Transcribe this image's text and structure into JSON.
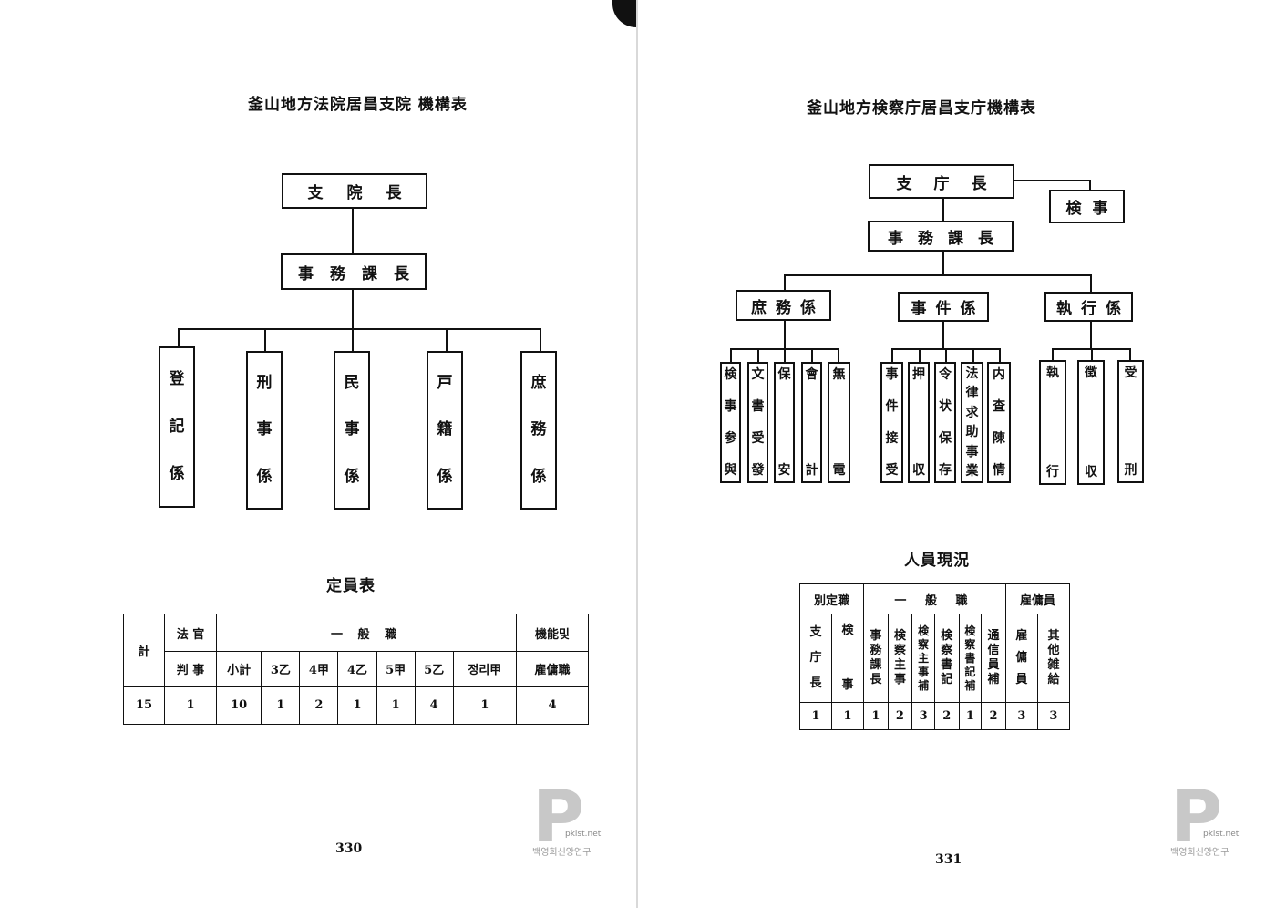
{
  "left_page": {
    "title": "釜山地方法院居昌支院 機構表",
    "head_box": [
      "支",
      "院",
      "長"
    ],
    "sub_box": [
      "事",
      "務",
      "課",
      "長"
    ],
    "units": [
      [
        "登",
        "記",
        "係"
      ],
      [
        "刑",
        "事",
        "係"
      ],
      [
        "民",
        "事",
        "係"
      ],
      [
        "戸",
        "籍",
        "係"
      ],
      [
        "庶",
        "務",
        "係"
      ]
    ],
    "table_title": "定員表",
    "table": {
      "total_label": "計",
      "judge_group": "法 官",
      "judge_label": "判 事",
      "general_group": "一 般 職",
      "general_cols": [
        "小計",
        "3乙",
        "4甲",
        "4乙",
        "5甲",
        "5乙",
        "정리甲"
      ],
      "func_group": "機能및",
      "func_label": "雇傭職",
      "values": [
        "15",
        "1",
        "10",
        "1",
        "2",
        "1",
        "1",
        "4",
        "1",
        "4"
      ]
    },
    "page_number": "330"
  },
  "right_page": {
    "title": "釜山地方検察庁居昌支庁機構表",
    "head_box": [
      "支",
      "庁",
      "長"
    ],
    "side_box": [
      "検",
      "事"
    ],
    "sub_box": [
      "事",
      "務",
      "課",
      "長"
    ],
    "sections": [
      {
        "label": [
          "庶",
          "務",
          "係"
        ],
        "units": [
          [
            "検",
            "事",
            "参",
            "與"
          ],
          [
            "文",
            "書",
            "受",
            "發"
          ],
          [
            "保",
            "安"
          ],
          [
            "會",
            "計"
          ],
          [
            "無",
            "電"
          ]
        ]
      },
      {
        "label": [
          "事",
          "件",
          "係"
        ],
        "units": [
          [
            "事",
            "件",
            "接",
            "受"
          ],
          [
            "押",
            "収"
          ],
          [
            "令",
            "状",
            "保",
            "存"
          ],
          [
            "法",
            "律",
            "求",
            "助",
            "事",
            "業"
          ],
          [
            "内",
            "査",
            "陳",
            "情"
          ]
        ]
      },
      {
        "label": [
          "執",
          "行",
          "係"
        ],
        "units": [
          [
            "執",
            "行"
          ],
          [
            "徴",
            "収"
          ],
          [
            "受",
            "刑"
          ]
        ]
      }
    ],
    "table_title": "人員現況",
    "table": {
      "group1": "別定職",
      "group2": "一 般 職",
      "group3": "雇傭員",
      "cols": [
        [
          "支",
          "庁",
          "長"
        ],
        [
          "検",
          "事"
        ],
        [
          "事",
          "務",
          "課",
          "長"
        ],
        [
          "検",
          "察",
          "主",
          "事"
        ],
        [
          "検",
          "察",
          "主",
          "事",
          "補"
        ],
        [
          "検",
          "察",
          "書",
          "記"
        ],
        [
          "検",
          "察",
          "書",
          "記",
          "補"
        ],
        [
          "通",
          "信",
          "員",
          "補"
        ],
        [
          "雇",
          "傭",
          "員"
        ],
        [
          "其",
          "他",
          "雑",
          "給"
        ]
      ],
      "values": [
        "1",
        "1",
        "1",
        "2",
        "3",
        "2",
        "1",
        "2",
        "3",
        "3"
      ]
    },
    "page_number": "331"
  },
  "watermark": {
    "letter": "P",
    "site": "pkist.net",
    "korean": "백영희신앙연구"
  }
}
